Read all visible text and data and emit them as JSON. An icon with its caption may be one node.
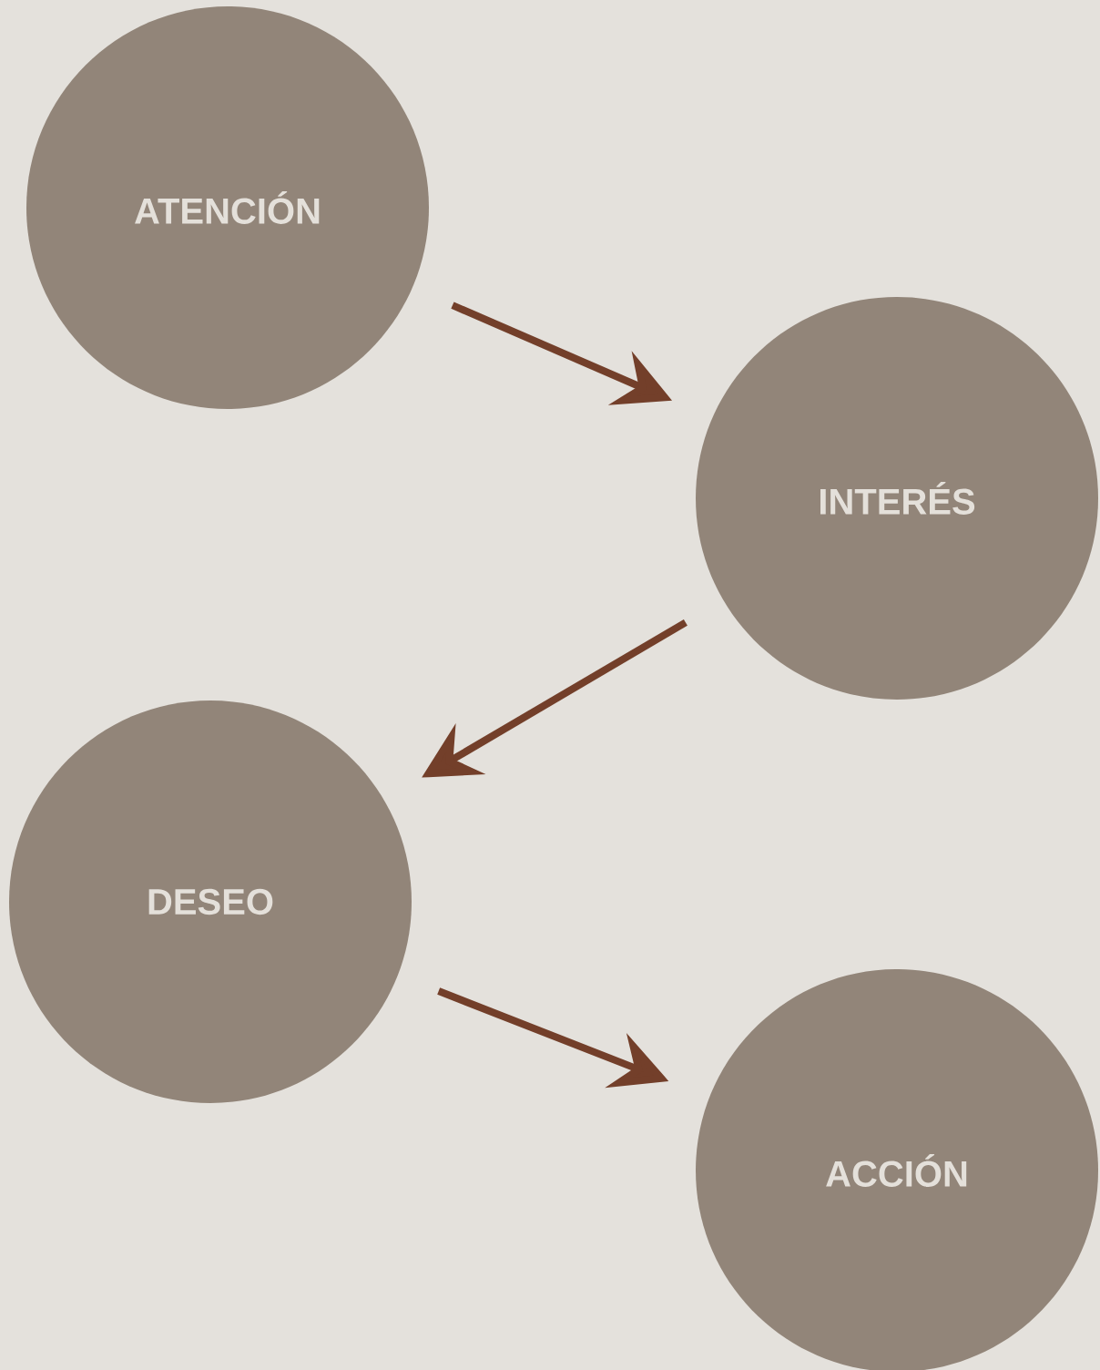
{
  "diagram": {
    "nodes": [
      {
        "text": [
          "ATENCIÓN"
        ]
      },
      {
        "text": [
          "INTERÉS"
        ]
      },
      {
        "text": [
          "DESEO"
        ]
      },
      {
        "text": [
          "ACCIÓN"
        ]
      }
    ],
    "edges": [
      {
        "from": 0,
        "to": 1,
        "arrow": "to"
      },
      {
        "from": 1,
        "to": 2,
        "arrow": "to"
      },
      {
        "from": 2,
        "to": 3,
        "arrow": "to"
      }
    ]
  }
}
